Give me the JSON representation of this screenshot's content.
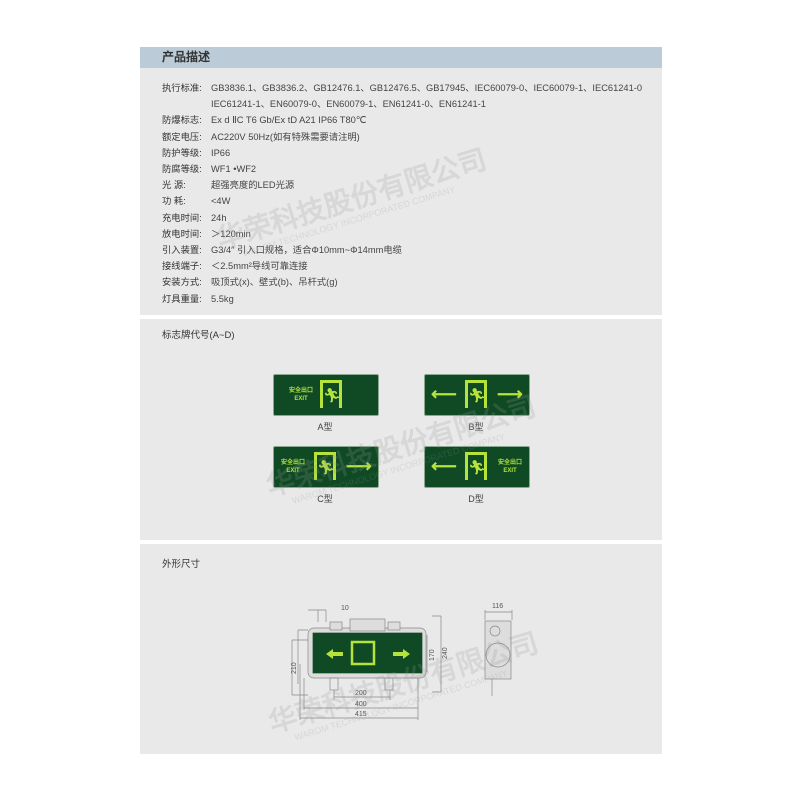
{
  "header": {
    "title": "产品描述"
  },
  "specs": [
    {
      "key": "执行标准:",
      "value": "GB3836.1、GB3836.2、GB12476.1、GB12476.5、GB17945、IEC60079-0、IEC60079-1、IEC61241-0 IEC61241-1、EN60079-0、EN60079-1、EN61241-0、EN61241-1"
    },
    {
      "key": "防爆标志:",
      "value": "Ex d ⅡC T6 Gb/Ex tD A21 IP66 T80℃"
    },
    {
      "key": "额定电压:",
      "value": "AC220V  50Hz(如有特殊需要请注明)"
    },
    {
      "key": "防护等级:",
      "value": "IP66"
    },
    {
      "key": "防腐等级:",
      "value": "WF1  •WF2"
    },
    {
      "key": "光    源:",
      "value": "超强亮度的LED光源"
    },
    {
      "key": "功    耗:",
      "value": "<4W"
    },
    {
      "key": "充电时间:",
      "value": "24h"
    },
    {
      "key": "放电时间:",
      "value": "＞120min"
    },
    {
      "key": "引入装置:",
      "value": "G3/4″ 引入口规格，适合Φ10mm~Φ14mm电缆"
    },
    {
      "key": "接线端子:",
      "value": "＜2.5mm²导线可靠连接"
    },
    {
      "key": "安装方式:",
      "value": "吸顶式(x)、壁式(b)、吊杆式(g)"
    },
    {
      "key": "灯具重量:",
      "value": "5.5kg"
    }
  ],
  "signs": {
    "title": "标志牌代号(A~D)",
    "sign_text": "安全出口",
    "sign_exit": "EXIT",
    "labels": [
      "A型",
      "B型",
      "C型",
      "D型"
    ]
  },
  "dimensions": {
    "title": "外形尺寸",
    "d10": "10",
    "d116": "116",
    "d210": "210",
    "d170": "170",
    "d240": "240",
    "d200": "200",
    "d400": "400",
    "d415": "415"
  },
  "watermark": {
    "cn": "华荣科技股份有限公司",
    "en": "WAROM TECHNOLOGY INCORPORATED COMPANY"
  },
  "colors": {
    "sign_bg": "#0f4a24",
    "sign_fg": "#b5e33c",
    "header": "#bccbd8"
  }
}
